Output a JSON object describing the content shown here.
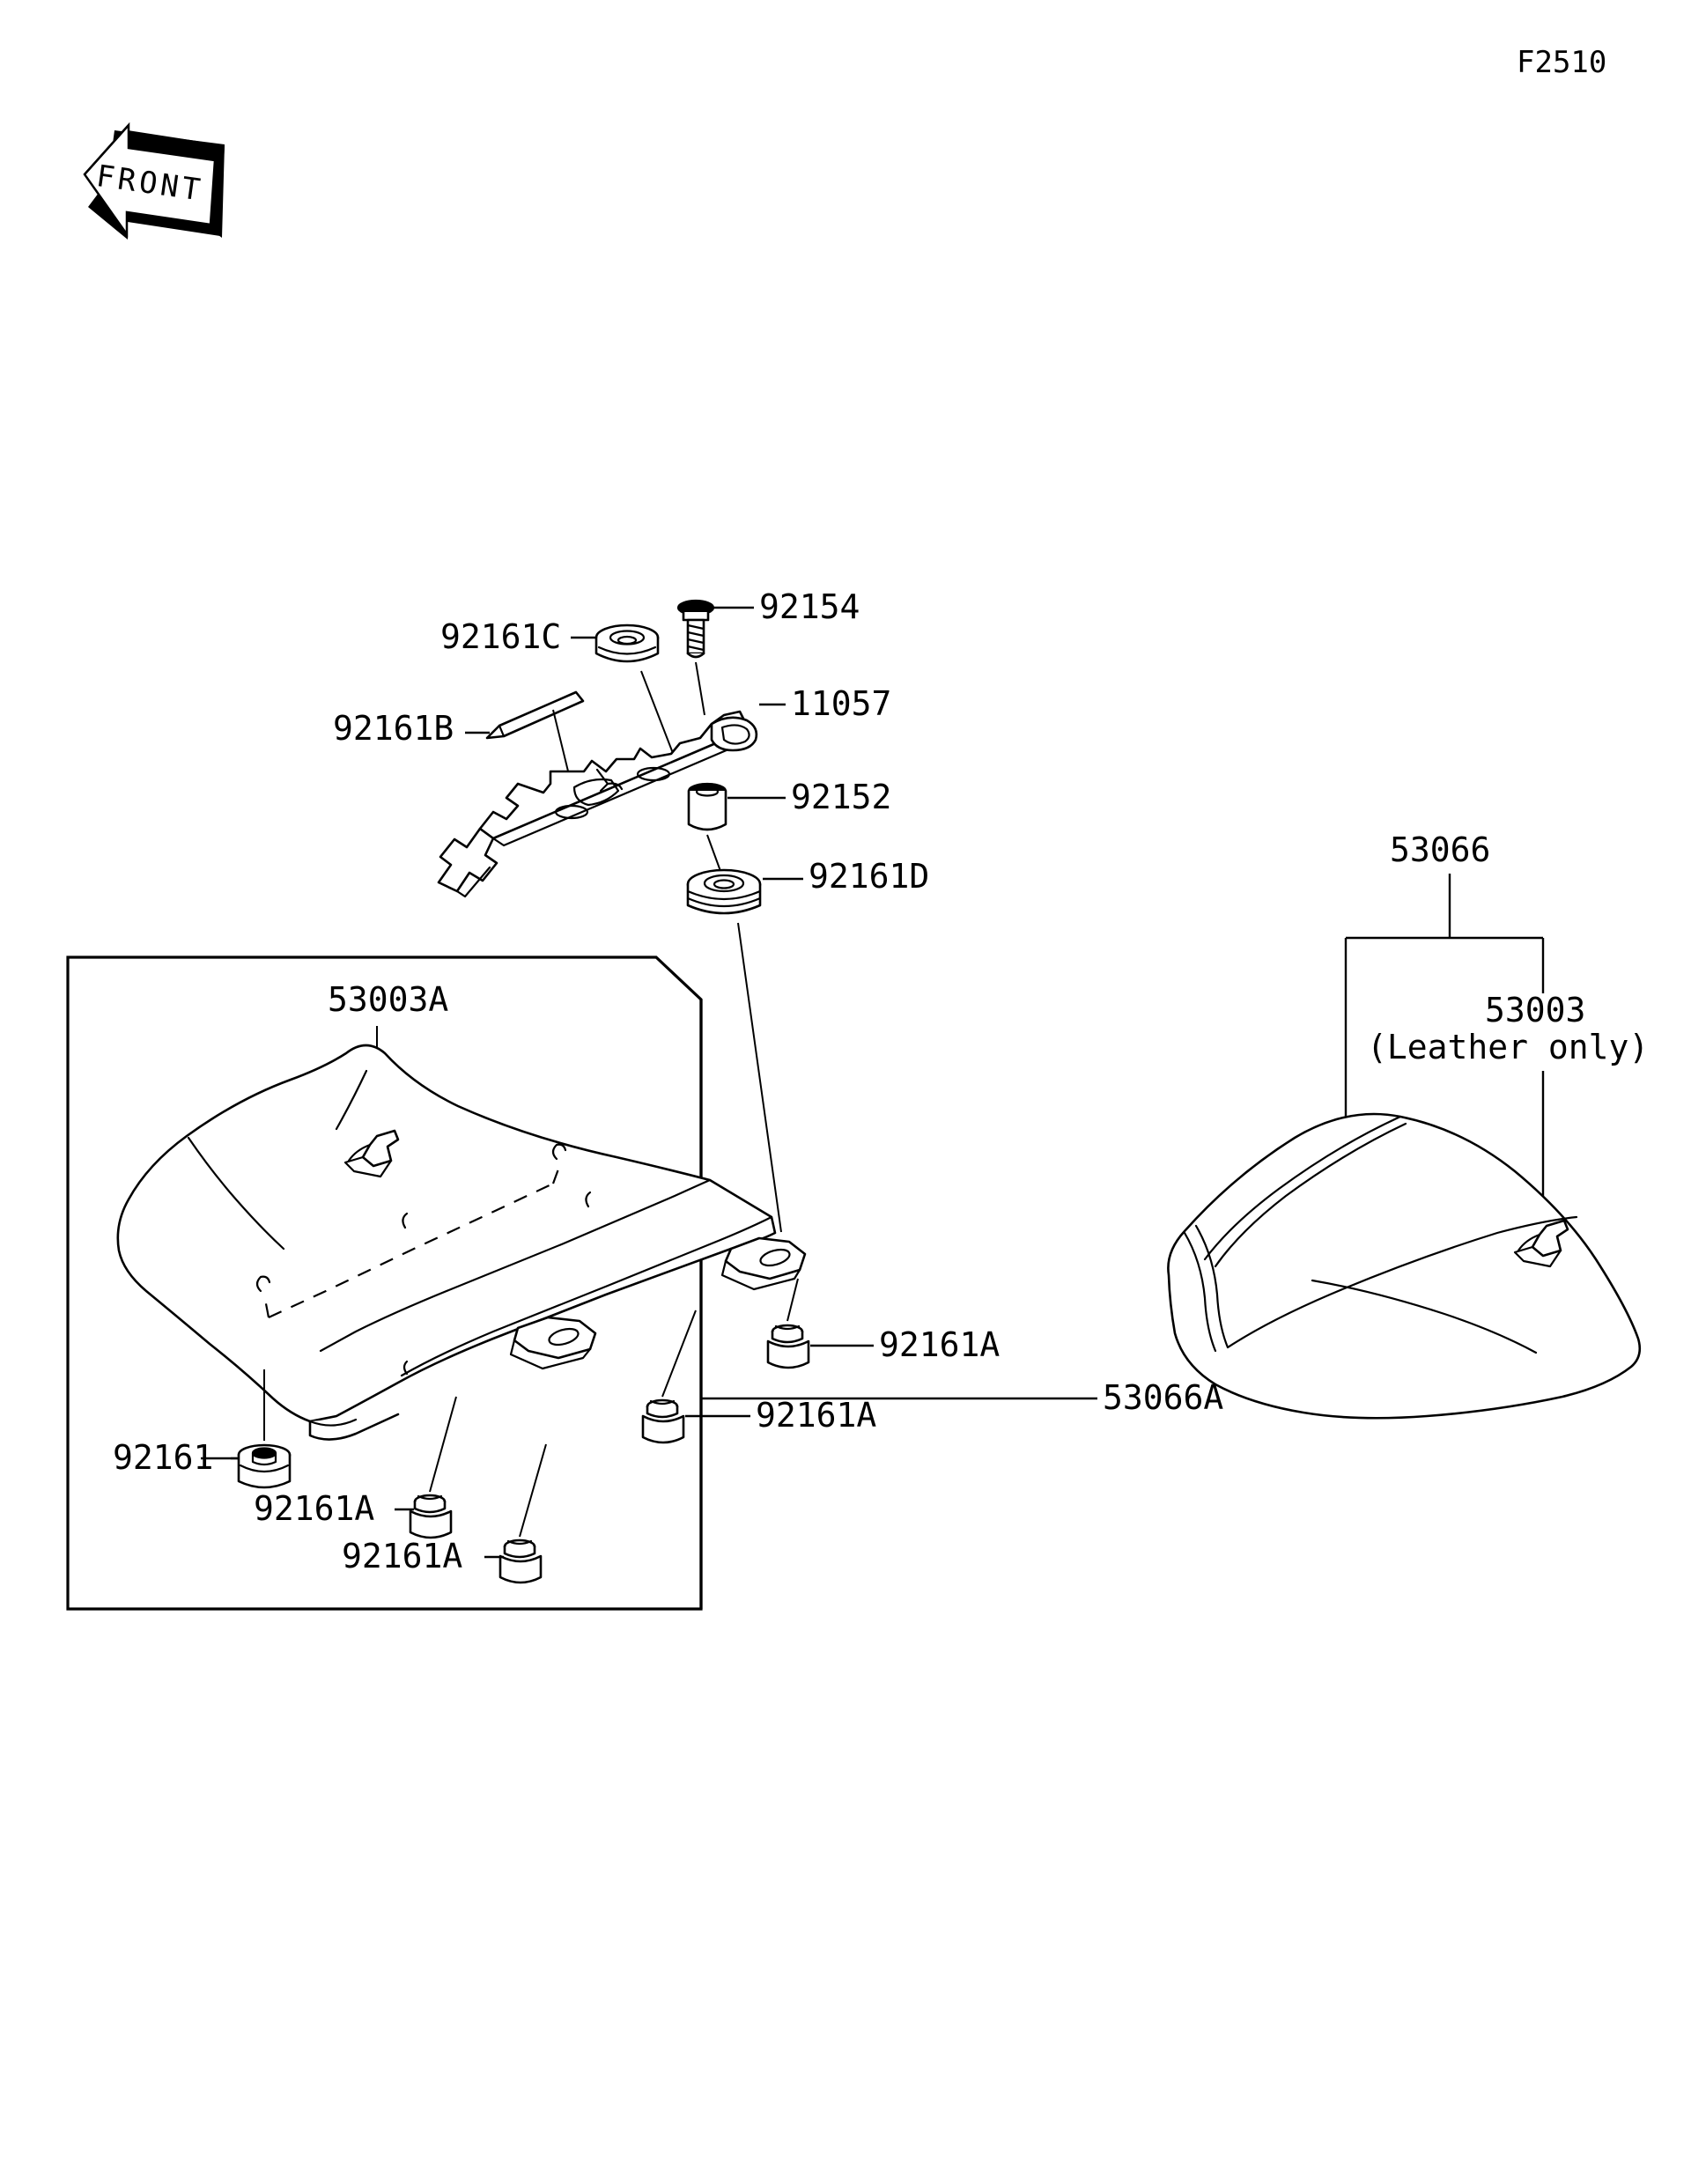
{
  "page": {
    "code": "F2510",
    "front_marker": "FRONT",
    "background": "#ffffff",
    "ink": "#000000"
  },
  "labels": {
    "grommet_c": "92161C",
    "bolt": "92154",
    "rod": "92161B",
    "bracket": "11057",
    "collar": "92152",
    "grommet_d": "92161D",
    "seat_clip": "53003A",
    "damper": "92161",
    "damper_a_1": "92161A",
    "damper_a_2": "92161A",
    "damper_a_3": "92161A",
    "damper_a_4": "92161A",
    "cowl_assy": "53066",
    "cowl_leather": "53003",
    "cowl_leather_note": "(Leather only)",
    "seat_assy": "53066A"
  },
  "parts_list": [
    {
      "number": "92161C",
      "kind": "grommet"
    },
    {
      "number": "92154",
      "kind": "bolt"
    },
    {
      "number": "92161B",
      "kind": "rod"
    },
    {
      "number": "11057",
      "kind": "bracket"
    },
    {
      "number": "92152",
      "kind": "collar"
    },
    {
      "number": "92161D",
      "kind": "grommet"
    },
    {
      "number": "53003A",
      "kind": "seat-clip"
    },
    {
      "number": "92161",
      "kind": "damper"
    },
    {
      "number": "92161A",
      "kind": "damper"
    },
    {
      "number": "53066",
      "kind": "seat-cowl-assembly"
    },
    {
      "number": "53003",
      "kind": "seat-cowl-leather"
    },
    {
      "number": "53066A",
      "kind": "seat-assembly"
    }
  ]
}
